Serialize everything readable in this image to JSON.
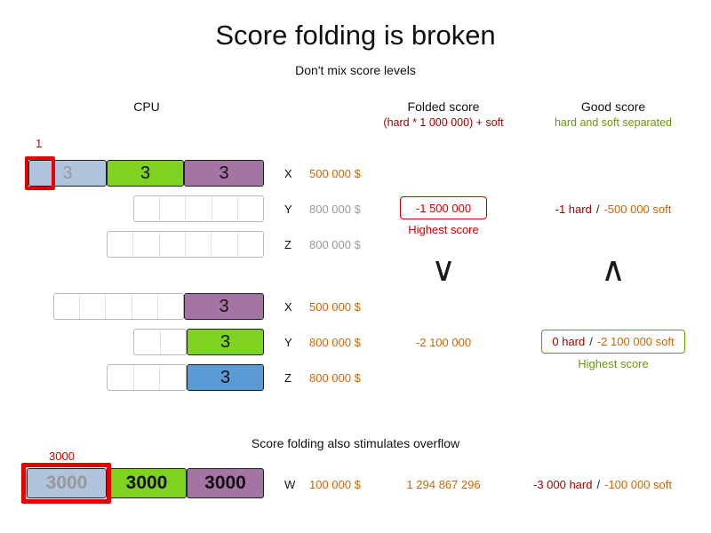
{
  "title": "Score folding is broken",
  "subtitle": "Don't mix score levels",
  "headers": {
    "cpu": "CPU",
    "folded_label": "Folded score",
    "folded_sub": "(hard * 1 000 000) + soft",
    "good_label": "Good score",
    "good_sub": "hard and soft separated"
  },
  "scenario1": {
    "overflow_label": "1",
    "rows": [
      {
        "label": "X",
        "cost": "500 000 $",
        "cells": [
          "3",
          "3",
          "3"
        ]
      },
      {
        "label": "Y",
        "cost": "800 000 $",
        "cells": []
      },
      {
        "label": "Z",
        "cost": "800 000 $",
        "cells": []
      }
    ],
    "folded_score": "-1 500 000",
    "folded_note": "Highest score",
    "good": {
      "hard": "-1 hard",
      "slash": "/",
      "soft": "-500 000 soft"
    }
  },
  "comparison": {
    "folded_symbol": "∨",
    "good_symbol": "∧"
  },
  "scenario2": {
    "rows": [
      {
        "label": "X",
        "cost": "500 000 $",
        "cell": "3"
      },
      {
        "label": "Y",
        "cost": "800 000 $",
        "cell": "3"
      },
      {
        "label": "Z",
        "cost": "800 000 $",
        "cell": "3"
      }
    ],
    "folded_score": "-2 100 000",
    "good": {
      "hard": "0 hard",
      "slash": "/",
      "soft": "-2 100 000 soft"
    },
    "good_note": "Highest score"
  },
  "overflow_section": {
    "caption": "Score folding also stimulates overflow",
    "overflow_label": "3000",
    "row": {
      "label": "W",
      "cost": "100 000 $",
      "cells": [
        "3000",
        "3000",
        "3000"
      ]
    },
    "folded_score": "1 294 867 296",
    "good": {
      "hard": "-3 000 hard",
      "slash": "/",
      "soft": "-100 000 soft"
    }
  },
  "colors": {
    "highlight_red": "#e60000",
    "process_lightblue": "#b0c4de",
    "process_green": "#7ed321",
    "process_purple": "#a475a4",
    "process_blue": "#5b9bd5",
    "orange_text": "#cc6600",
    "dark_red_text": "#990000",
    "red_text": "#cc0000",
    "green_text": "#669900",
    "gray_text": "#999999"
  }
}
